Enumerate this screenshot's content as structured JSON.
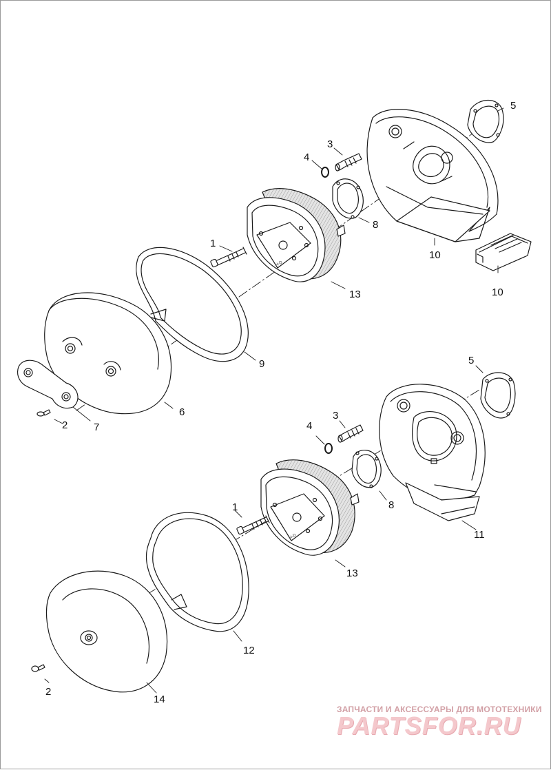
{
  "diagram": {
    "upper_assembly": {
      "callouts": [
        "1",
        "2",
        "3",
        "4",
        "5",
        "6",
        "7",
        "8",
        "9",
        "10",
        "10",
        "13"
      ]
    },
    "lower_assembly": {
      "callouts": [
        "1",
        "2",
        "3",
        "4",
        "5",
        "8",
        "11",
        "12",
        "13",
        "14"
      ]
    },
    "part_text": "H-D"
  },
  "watermark": {
    "subtitle": "ЗАПЧАСТИ И АКСЕССУАРЫ ДЛЯ МОТОТЕХНИКИ",
    "logo": "PARTSFOR.RU"
  },
  "colors": {
    "line": "#1a1a1a",
    "filter_mesh": "#b9b9b9",
    "watermark": "#f4c8cc"
  }
}
